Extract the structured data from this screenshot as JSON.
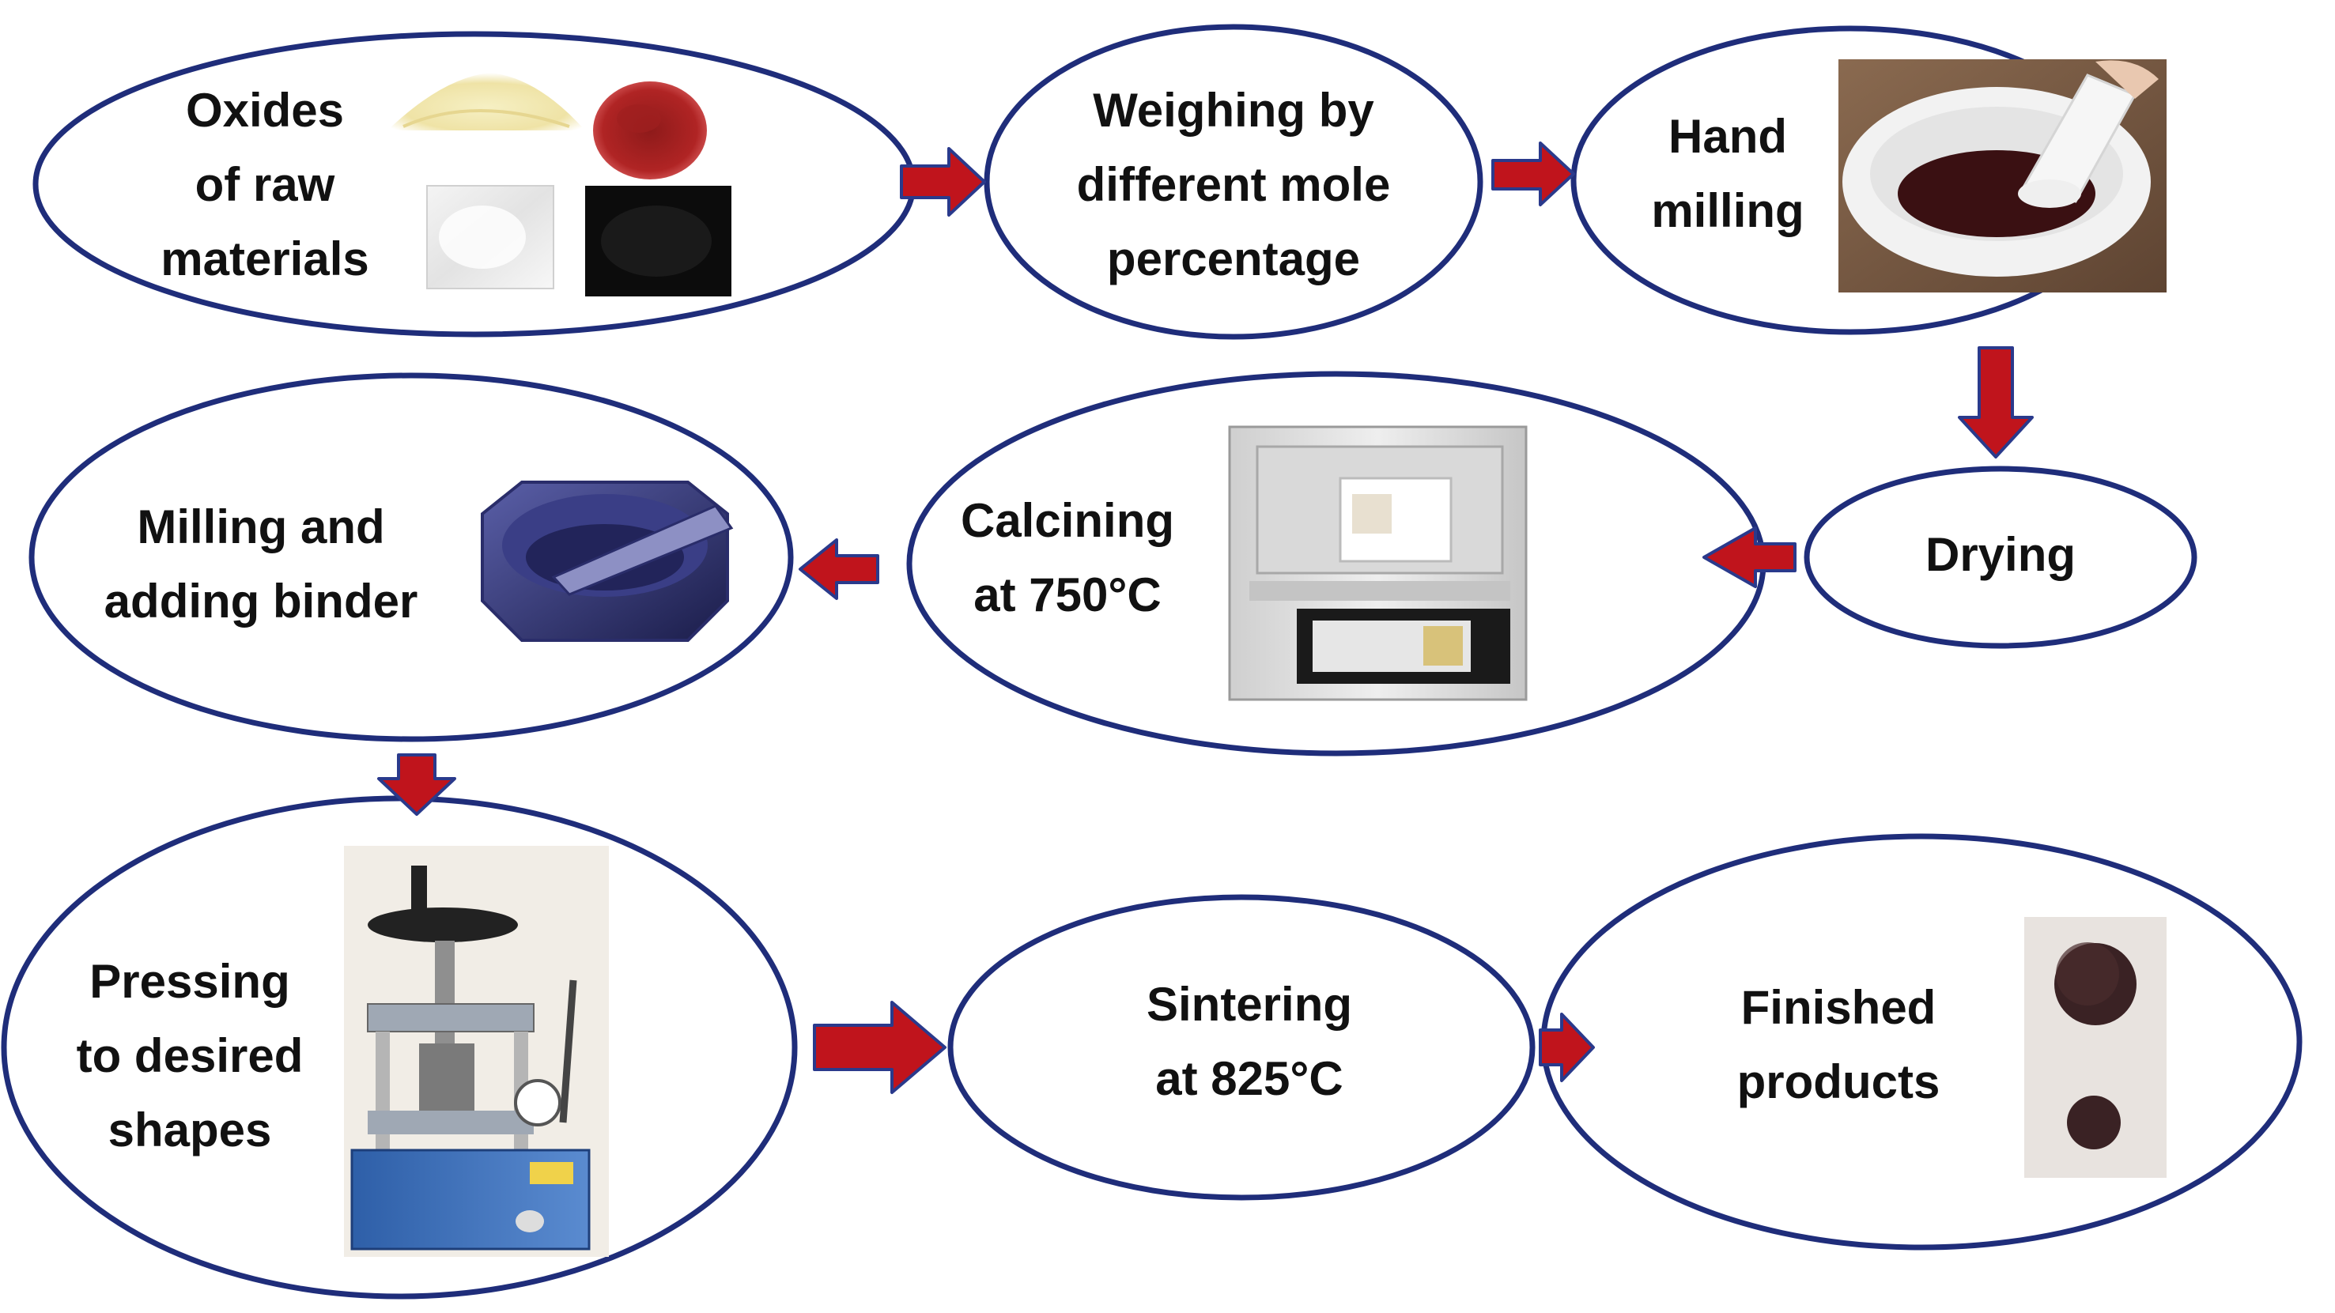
{
  "colors": {
    "ellipse_stroke": "#1f2d7a",
    "arrow_fill": "#c0141c",
    "arrow_stroke": "#2a3a8c",
    "text": "#111111"
  },
  "steps": [
    {
      "id": "oxides",
      "label": "Oxides\nof raw\nmaterials"
    },
    {
      "id": "weighing",
      "label": "Weighing by\ndifferent mole\npercentage"
    },
    {
      "id": "hand-milling",
      "label": "Hand\nmilling"
    },
    {
      "id": "drying",
      "label": "Drying"
    },
    {
      "id": "calcining",
      "label": "Calcining\nat 750°C"
    },
    {
      "id": "milling-binder",
      "label": "Milling and\nadding binder"
    },
    {
      "id": "pressing",
      "label": "Pressing\nto desired\nshapes"
    },
    {
      "id": "sintering",
      "label": "Sintering\nat 825°C"
    },
    {
      "id": "finished",
      "label": "Finished\nproducts"
    }
  ],
  "icons": [
    "yellow-powder-icon",
    "red-powder-icon",
    "white-powder-icon",
    "black-powder-icon",
    "mortar-pestle-icon",
    "muffle-furnace-icon",
    "agate-mortar-icon",
    "hydraulic-press-icon",
    "pellets-icon"
  ]
}
